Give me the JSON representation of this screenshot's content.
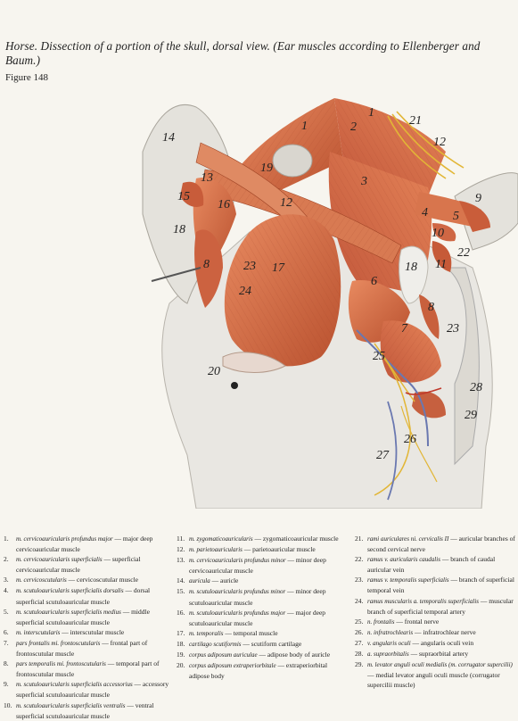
{
  "title": "Horse. Dissection of a portion of the skull, dorsal view. (Ear muscles according to Ellenberger and Baum.)",
  "figure_label": "Figure 148",
  "callouts": [
    "1",
    "1",
    "2",
    "3",
    "4",
    "5",
    "6",
    "7",
    "8",
    "8",
    "9",
    "10",
    "11",
    "12",
    "12",
    "13",
    "14",
    "15",
    "16",
    "17",
    "18",
    "18",
    "19",
    "20",
    "21",
    "22",
    "23",
    "23",
    "24",
    "25",
    "26",
    "27",
    "28",
    "29"
  ],
  "legend": {
    "col1": [
      {
        "num": "1.",
        "latin": "m. cervicoauricularis profundus major",
        "english": "major deep cervicoauricular muscle"
      },
      {
        "num": "2.",
        "latin": "m. cervicoauricularis superficialis",
        "english": "superficial cervicoauricular muscle"
      },
      {
        "num": "3.",
        "latin": "m. cervicoscutularis",
        "english": "cervicoscutular muscle"
      },
      {
        "num": "4.",
        "latin": "m. scutuloauricularis superficialis dorsalis",
        "english": "dorsal superficial scutuloauricular muscle"
      },
      {
        "num": "5.",
        "latin": "m. scutuloauricularis superficialis medius",
        "english": "middle superficial scutuloauricular muscle"
      },
      {
        "num": "6.",
        "latin": "m. interscutularis",
        "english": "interscutular muscle"
      },
      {
        "num": "7.",
        "latin": "pars frontalis mi. frontoscutularis",
        "english": "frontal part of frontoscutular muscle"
      },
      {
        "num": "8.",
        "latin": "pars temporalis mi. frontoscutularis",
        "english": "temporal part of frontoscutular muscle"
      },
      {
        "num": "9.",
        "latin": "m. scutuloauricularis superficialis accessorius",
        "english": "accessory superficial scutuloauricular muscle"
      },
      {
        "num": "10.",
        "latin": "m. scutuloauricularis superficialis ventralis",
        "english": "ventral superficial scutuloauricular muscle"
      }
    ],
    "col2": [
      {
        "num": "11.",
        "latin": "m. zygomaticoauricularis",
        "english": "zygomaticoauricular muscle"
      },
      {
        "num": "12.",
        "latin": "m. parietoauricularis",
        "english": "parietoauricular muscle"
      },
      {
        "num": "13.",
        "latin": "m. cervicoauricularis profundus minor",
        "english": "minor deep cervicoauricular muscle"
      },
      {
        "num": "14.",
        "latin": "auricula",
        "english": "auricle"
      },
      {
        "num": "15.",
        "latin": "m. scutuloauricularis profundus minor",
        "english": "minor deep scutuloauricular muscle"
      },
      {
        "num": "16.",
        "latin": "m. scutuloauricularis profundus major",
        "english": "major deep scutuloauricular muscle"
      },
      {
        "num": "17.",
        "latin": "m. temporalis",
        "english": "temporal muscle"
      },
      {
        "num": "18.",
        "latin": "cartilago scutiformis",
        "english": "scutiform cartilage"
      },
      {
        "num": "19.",
        "latin": "corpus adiposum auriculae",
        "english": "adipose body of auricle"
      },
      {
        "num": "20.",
        "latin": "corpus adiposum extraperiorbitale",
        "english": "extraperiorbital adipose body"
      }
    ],
    "col3": [
      {
        "num": "21.",
        "latin": "rami auriculares ni. cervicalis II",
        "english": "auricular branches of second cervical nerve"
      },
      {
        "num": "22.",
        "latin": "ramus v. auricularis caudalis",
        "english": "branch of caudal auricular vein"
      },
      {
        "num": "23.",
        "latin": "ramus v. temporalis superficialis",
        "english": "branch of superficial temporal vein"
      },
      {
        "num": "24.",
        "latin": "ramus muscularis a. temporalis superficialis",
        "english": "muscular branch of superficial temporal artery"
      },
      {
        "num": "25.",
        "latin": "n. frontalis",
        "english": "frontal nerve"
      },
      {
        "num": "26.",
        "latin": "n. infratrochlearis",
        "english": "infratrochlear nerve"
      },
      {
        "num": "27.",
        "latin": "v. angularis oculi",
        "english": "angularis oculi vein"
      },
      {
        "num": "28.",
        "latin": "a. supraorbitalis",
        "english": "supraorbital artery"
      },
      {
        "num": "29.",
        "latin": "m. levator anguli oculi medialis (m. corrugator supercilii)",
        "english": "medial levator anguli oculi muscle (corrugator supercilii muscle)"
      }
    ]
  },
  "colors": {
    "muscle": "#d46a44",
    "muscle_dark": "#a94428",
    "bone": "#e6e4df",
    "nerve": "#e2b636",
    "vein": "#6a78b0",
    "artery": "#c0392b"
  }
}
